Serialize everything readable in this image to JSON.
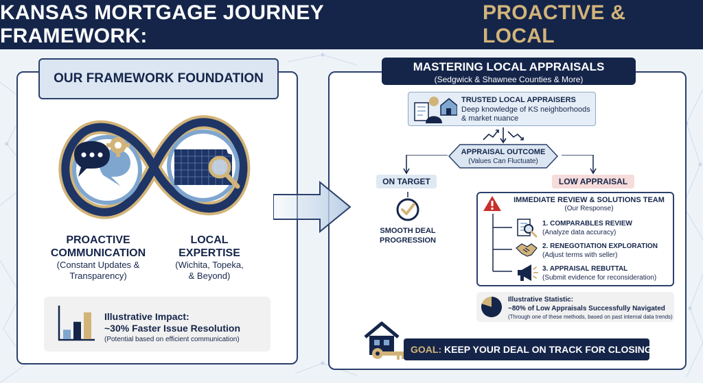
{
  "header": {
    "title_main": "KANSAS MORTGAGE JOURNEY FRAMEWORK:",
    "title_accent": "PROACTIVE & LOCAL"
  },
  "foundation": {
    "title": "OUR FRAMEWORK FOUNDATION",
    "pillar_1": {
      "title_line1": "PROACTIVE",
      "title_line2": "COMMUNICATION",
      "sub_line1": "(Constant Updates &",
      "sub_line2": "Transparency)"
    },
    "pillar_2": {
      "title_line1": "LOCAL",
      "title_line2": "EXPERTISE",
      "sub_line1": "(Wichita, Topeka,",
      "sub_line2": "& Beyond)"
    },
    "impact": {
      "line1": "Illustrative Impact:",
      "line2": "~30% Faster Issue Resolution",
      "line3": "(Potential based on efficient communication)",
      "bars": [
        0.3,
        0.55,
        0.85
      ]
    }
  },
  "appraisals": {
    "title": "MASTERING LOCAL APPRAISALS",
    "subtitle": "(Sedgwick & Shawnee Counties & More)",
    "trusted": {
      "line1": "TRUSTED LOCAL APPRAISERS",
      "line2": "Deep knowledge of KS neighborhoods",
      "line3": "& market nuance"
    },
    "outcome": {
      "line1": "APPRAISAL OUTCOME",
      "line2": "(Values Can Fluctuate)"
    },
    "on_target": "ON TARGET",
    "smooth_line1": "SMOOTH DEAL",
    "smooth_line2": "PROGRESSION",
    "low_appraisal": "LOW APPRAISAL",
    "review": {
      "line1": "IMMEDIATE REVIEW & SOLUTIONS TEAM",
      "line2": "(Our Response)",
      "steps": [
        {
          "title": "1. COMPARABLES REVIEW",
          "sub": "(Analyze data accuracy)",
          "icon": "magnifier-document-icon"
        },
        {
          "title": "2. RENEGOTIATION EXPLORATION",
          "sub": "(Adjust terms with seller)",
          "icon": "handshake-icon"
        },
        {
          "title": "3. APPRAISAL REBUTTAL",
          "sub": "(Submit evidence for reconsideration)",
          "icon": "megaphone-icon"
        }
      ]
    },
    "statistic": {
      "line1": "Illustrative Statistic:",
      "line2": "~80% of Low Appraisals Successfully Navigated",
      "line3": "(Through one of these methods, based on past internal data trends)",
      "fraction": 0.8
    },
    "goal": {
      "prefix": "GOAL:",
      "text": "KEEP YOUR DEAL ON TRACK FOR CLOSING"
    }
  },
  "colors": {
    "navy": "#15254a",
    "gold": "#d2b479",
    "light_blue": "#7fa6cf",
    "alert_red": "#c8302c"
  }
}
